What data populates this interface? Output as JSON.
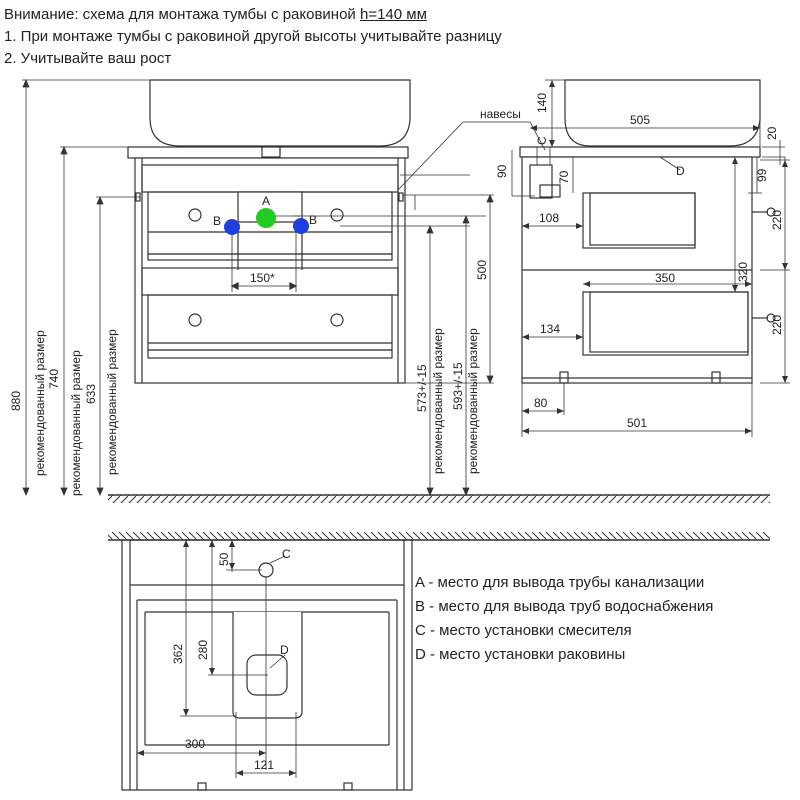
{
  "header": {
    "line1_prefix": "Внимание: схема для монтажа тумбы с раковиной ",
    "line1_h": "h=140 мм",
    "line2": "1. При монтаже тумбы с раковиной другой высоты учитывайте разницу",
    "line3": "2. Учитывайте ваш рост"
  },
  "legend": [
    "A - место для вывода трубы канализации",
    "B - место для вывода труб водоснабжения",
    "C - место установки смесителя",
    "D - место установки раковины"
  ],
  "front_view": {
    "dims": {
      "d880": "880",
      "d740": "740",
      "d633": "633",
      "d500": "500",
      "d573": "573+/-15",
      "d593": "593+/-15",
      "d150": "150*"
    },
    "recommended": "рекомендованный размер",
    "markers": {
      "a": "A",
      "b": "B"
    },
    "marker_colors": {
      "a": "#22cc22",
      "b": "#1f3fe0"
    }
  },
  "side_view": {
    "hinges": "навесы",
    "dims": {
      "d140": "140",
      "d505": "505",
      "d20": "20",
      "d90": "90",
      "d70": "70",
      "d108": "108",
      "d99": "99",
      "d220a": "220",
      "d320": "320",
      "d350": "350",
      "d220b": "220",
      "d134": "134",
      "d80": "80",
      "d501": "501"
    },
    "labels": {
      "c": "C",
      "d": "D"
    }
  },
  "top_view": {
    "dims": {
      "d50": "50",
      "d280": "280",
      "d362": "362",
      "d300": "300",
      "d121": "121"
    },
    "labels": {
      "c": "C",
      "d": "D"
    }
  }
}
